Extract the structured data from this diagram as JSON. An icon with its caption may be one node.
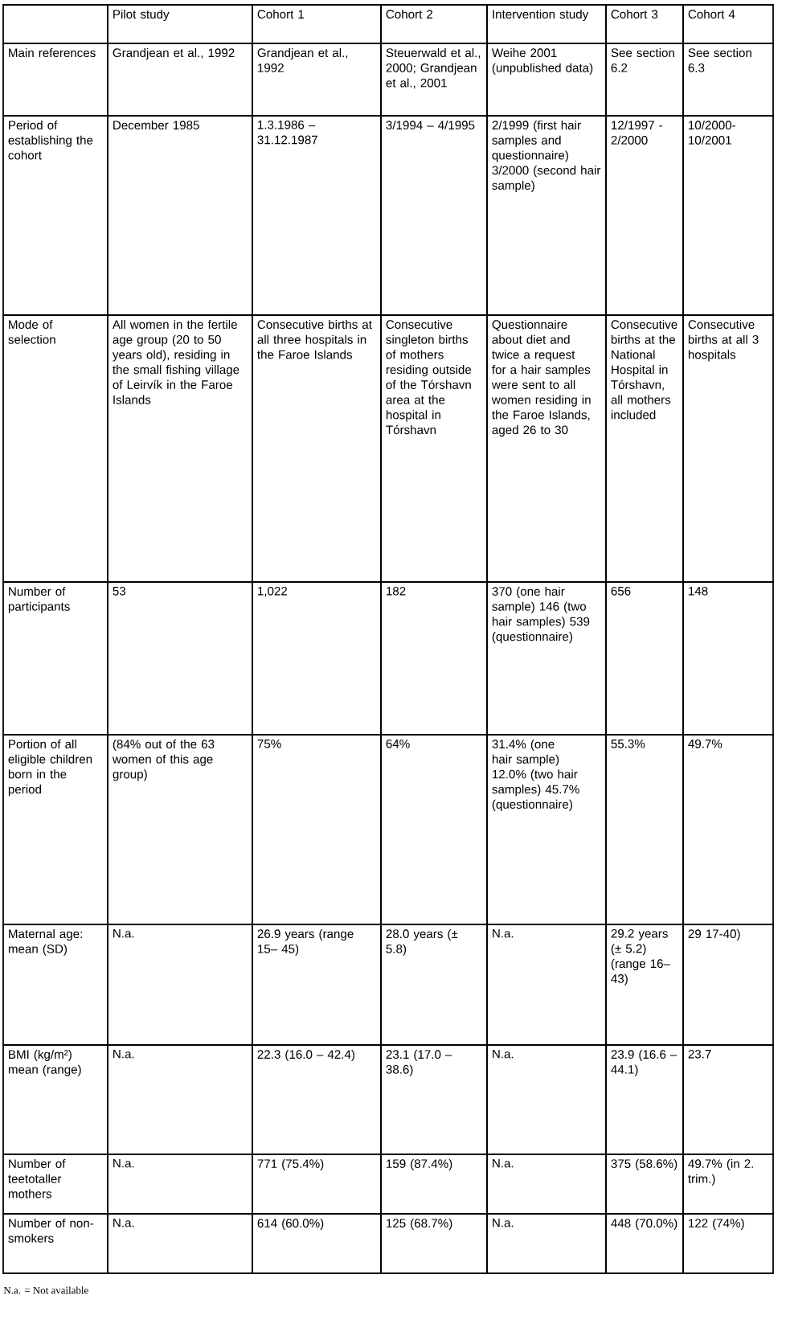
{
  "diagram": {
    "caption": "N.a. = Not available",
    "labels": [
      "Pilot study",
      "Cohort 1",
      "Cohort 2",
      "Intervention study",
      "Cohort 3",
      "Cohort 4",
      "Main references",
      "Grandjean et al., 1992",
      "Grandjean et al., 1992",
      "Steuerwald et al., 2000; Grandjean et al., 2001",
      "Weihe 2001 (unpublished data)",
      "See section 6.2",
      "See section 6.3",
      "Period of establishing the cohort",
      "December 1985",
      "1.3.1986 – 31.12.1987",
      "3/1994 – 4/1995",
      "2/1999 (first hair samples and questionnaire) 3/2000 (second hair sample)",
      "12/1997 - 2/2000",
      "10/2000-10/2001",
      "Mode of selection",
      "All women in the fertile age group (20 to 50 years old), residing in the small fishing village of Leirvík in the Faroe Islands",
      "Consecutive births at all three hospitals in the Faroe Islands",
      "Consecutive singleton births of mothers residing outside of the Tórshavn area at the hospital in Tórshavn",
      "Questionnaire about diet and twice a request for a hair samples were sent to all women residing in the Faroe Islands, aged 26 to 30",
      "Consecutive births at the National Hospital in Tórshavn, all mothers included",
      "Consecutive births at all 3 hospitals",
      "Number of participants",
      "53",
      "1,022",
      "182",
      "370 (one hair sample) 146 (two hair samples) 539 (questionnaire)",
      "656",
      "148",
      "Portion of all eligible children born in the period",
      "(84% out of the 63 women of this age group)",
      "75%",
      "64%",
      "31.4% (one hair sample) 12.0% (two hair samples) 45.7% (questionnaire)",
      "55.3%",
      "49.7%",
      "Maternal age: mean (SD)",
      "N.a.",
      "26.9 years (range 15– 45)",
      "28.0 years (± 5.8)",
      "N.a.",
      "29.2 years (± 5.2) (range 16– 43)",
      "29 17-40)",
      "BMI (kg/m²) mean (range)",
      "N.a.",
      "22.3 (16.0 – 42.4)",
      "23.1 (17.0 – 38.6)",
      "N.a.",
      "23.9 (16.6 – 44.1)",
      "23.7",
      "Number of teetotaller mothers",
      "N.a.",
      "771 (75.4%)",
      "159 (87.4%)",
      "N.a.",
      "375 (58.6%)",
      "49.7% (in 2. trim.)",
      "Number of non-smokers",
      "N.a.",
      "614 (60.0%)",
      "125 (68.7%)",
      "N.a.",
      "448 (70.0%)",
      "122 (74%)"
    ]
  }
}
